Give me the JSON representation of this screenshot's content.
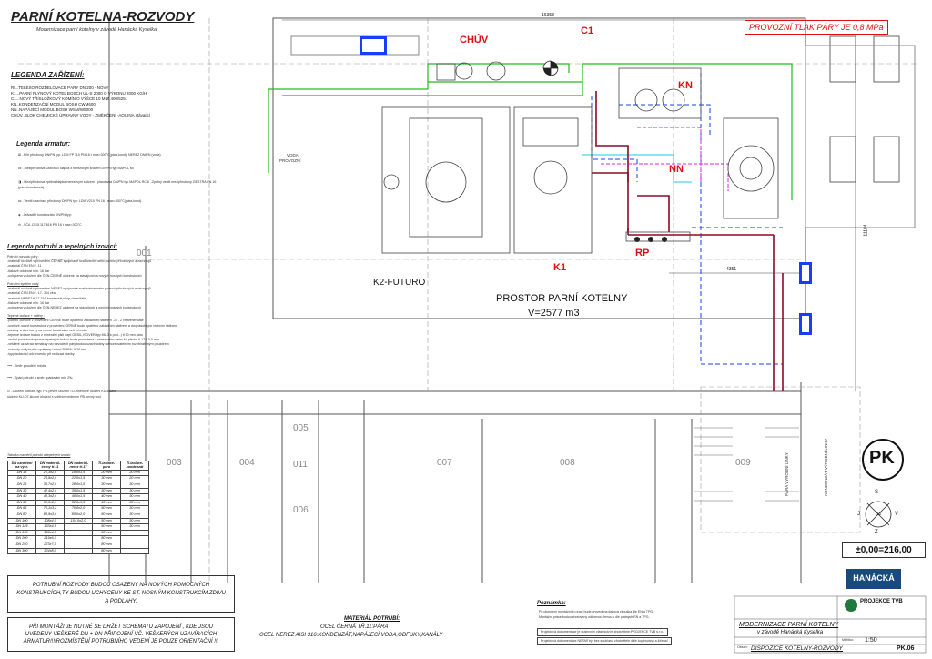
{
  "header": {
    "title": "PARNÍ KOTELNA-ROZVODY",
    "subtitle": "Modernizace parní kotelny v závodě Hanácká Kyselka",
    "pressure_note": "PROVOZNÍ TLAK PÁRY JE 0,8 MPa"
  },
  "dimensions": {
    "width": "16358",
    "height": "11194",
    "pipe_run": "4351"
  },
  "labels": {
    "chuv": "CHÚV",
    "c1": "C1",
    "kn": "KN",
    "nn": "NN",
    "k1": "K1",
    "rp": "RP",
    "k2": "K2-FUTURO",
    "room_line1": "PROSTOR PARNÍ KOTELNY",
    "room_line2": "V=2577 m3",
    "voda": "VODA",
    "provozni": "PROVOZNÍ",
    "para_vyrobni": "PÁRA VÝROBNÍ LINKY",
    "kondenzat_vyrobni": "KONDENZÁT VÝROBNÍ LINKY"
  },
  "rooms": [
    "001",
    "003",
    "004",
    "005",
    "011",
    "006",
    "007",
    "008",
    "009"
  ],
  "legend": {
    "title": "LEGENDA ZAŘÍZENÍ:",
    "items": [
      "RI...TĚLESO ROZDĚLOVAČE PÁRY DN 200 - NOVÝ",
      "K1...PARNÍ PLYNOVÝ KOTEL BOSCH UL-S 2000 O VÝKONU 2000 KG/H",
      "C1...NOVÝ TŘÍSLOŽKOVÝ KOMÍN O VÝŠCE 10 M Ø 400/525.",
      "KN..KONDENZAČNÍ MODUL BOSH CWM600",
      "NN..NAPÁJECÍ MODUL BOSH WSM/W5000",
      "CHÚV..BLOK CHEMICKÉ ÚPRAVNY VODY - ZMĚKČENÍ -AQUINA stávající"
    ]
  },
  "armatury": {
    "title": "Legenda armatur:",
    "items": [
      "..Filtr přírubový DN/PN typ: LDM FP 110 PN 16 t max=300°C(pára,kond). NEREZ DN/PN (voda)",
      "..Mezipřírubová uzavírací klapka z nerezovým srdcem DN/PN typ MAPOL MI",
      "..Mezipřírubová zpětná klapka nerezovým srdcem - plandavka DN/PN typ MAPOL RC 6 ..Zpětný ventil mezipřírubový GESTRA PN 16 (pára+kondenzát)",
      "..Ventil uzavírací přírubový DN/PN typ: LDM V210 PN 16 t max=300°C(pára,kond).",
      "..Odvaděč kondenzátu DN/PN typ:",
      "..ŠČA -D 15 117 616 PN 16 t max=300°C"
    ]
  },
  "potrubi": {
    "title": "Legenda potrubí a tepelných izolací:",
    "lines": [
      "Potrubí rozvodu páry :",
      "-materiál ocelové v provedení ČERNÉ spojované svařováním nebo pomocí přírubových a záv.spojů",
      "-materiál ČSN EN tř. 11",
      "-tlakové odolnost min. 16 bar",
      "-uchycena v uložení dle ČSN-ČERNÉ uložené na stávajících a nových nosných konstrukcích",
      "Potrubní systém vody",
      "-materiál ocelové v provedení NEREZ spojované svařováním nebo pomocí přírubových a záv.spojů",
      "-materiál ČSN EN tř. 17- 304 věa",
      "-materiál NEREZ tř.17-316-kondenzát,sirup,chemikálie",
      "-tlakové odolnost min. 16 bar",
      "-uchycena v uložení dle ČSN-NEREZ uložené na stávajících a nových nosných konstrukcích",
      "Tepelné izolace + nátěry :",
      "-potrubí ocelové v provedení ČERNÉ bude opatřeno základním nátěrem -1x - 2 vrstvenéhoátě",
      "-ocelové nosné konstrukce v provedení ČERNÉ bude opatřeno základním nátěrem a dvojnásobným vrchním nátěrem",
      "-odstiny vrchní barvy na nosné konstrukce určí investor",
      "-tepelné izolace budou z minerální plsti např.ORSIL,ISOVER(typ ML-3 s pod...) tl 50 mm-páru",
      "-vrchní povrchová úprava tepelných izolací bude provedena z nerezového nebo AL plechu tl 17 tl 0,5 mm.",
      "-veškeré uzavírací armatury na rozvodech páry budou uzavíravány odmontovatelným rozebíratelným pouzdrem",
      "-rozvody vody budou opatřeny izolací PURAL tl 20 mm",
      "-typy izolací si určí investor při realizaci stavby"
    ],
    "symbols": [
      "..Směr proudění média",
      "..Spád potrubí a směr spádování min 2‰",
      "..Uložení potrubí -typ: PU-pevné uložení TU-třmenové uložení KU-kluzné uložení KU-OT-kluzné uložení s vnitřním vedením PB-pevný bod"
    ]
  },
  "table": {
    "caption": "Tabulka rozměrů potrubí a tepelných izolací",
    "headers": [
      "DN označení na výkr.",
      "DN materiál- černý tř.11",
      "DN materiál- nerez tř.17",
      "Tl.izolace- pára",
      "Tl.izolace- kondenzát"
    ],
    "rows": [
      [
        "DN 15",
        "21,3x2,6",
        "18,0x1,5",
        "20 mm",
        "20 mm"
      ],
      [
        "DN 20",
        "26,9x2,6",
        "22,0x1,5",
        "30 mm",
        "20 mm"
      ],
      [
        "DN 25",
        "33,7x2,6",
        "28,0x1,5",
        "30 mm",
        "30 mm"
      ],
      [
        "DN 32",
        "42,4x2,6",
        "35,0x1,5",
        "30 mm",
        "30 mm"
      ],
      [
        "DN 40",
        "48,3x2,6",
        "40,0x1,5",
        "40 mm",
        "30 mm"
      ],
      [
        "DN 50",
        "60,3x2,9",
        "52,0x1,5",
        "40 mm",
        "30 mm"
      ],
      [
        "DN 65",
        "76,1x3,2",
        "70,0x2,0",
        "50 mm",
        "30 mm"
      ],
      [
        "DN 80",
        "88,9x3,6",
        "85,0x2,0",
        "50 mm",
        "30 mm"
      ],
      [
        "DN 100",
        "108x4,0",
        "104,0x2,0",
        "50 mm",
        "30 mm"
      ],
      [
        "DN 125",
        "133x4,5",
        "",
        "50 mm",
        "30 mm"
      ],
      [
        "DN 150",
        "159x4,5",
        "",
        "60 mm",
        ""
      ],
      [
        "DN 200",
        "219x6,3",
        "",
        "80 mm",
        ""
      ],
      [
        "DN 250",
        "273x7,0",
        "",
        "80 mm",
        ""
      ],
      [
        "DN 300",
        "324x8,0",
        "",
        "80 mm",
        ""
      ]
    ]
  },
  "notes": {
    "box1": "POTRUBNÍ ROZVODY BUDOU OSAZENY NA NOVÝCH POMOCNÝCH KONSTRUKCÍCH,TY BUDOU UCHYCENY KE ST. NOSNÝM KONSTRUKCÍM,ZDIVU A PODLAHY.",
    "box2": "PŘI MONTÁŽI JE NUTNÉ SE DRŽET SCHÉMATU ZAPOJENÍ , KDE JSOU UVEDENY VEŠKERÉ DN + DN PŘIPOJENÍ VČ. VEŠKERÝCH UZAVÍRACÍCH ARMATUR!!!!ROZMÍSTĚNÍ POTRUBNÍHO VEDENÍ JE POUZE ORIENTAČNÍ !!!",
    "material_title": "MATERIÁL POTRUBÍ:",
    "material_l1": "OCEL ČERNÁ TŘ.11:PÁRA",
    "material_l2": "OCEL NEREZ AISI 316:KONDENZÁT,NAPÁJECÍ  VODA,ODFUKY,KANÁLY",
    "poznamka_title": "Poznámka:",
    "poznamka_l1": "Po ukončení montážních  prací bude provedena tlaková zkouška dle EN a TPG .",
    "poznamka_l2": "Montážní práce budou zhotoveny odbornou firmou s  dle  platných EN a TPG.",
    "poznamka_l3": "Projektová dokumentace je duševním vlastnictvím zhotovitele:PROJEKCE TVB s.r.o.!",
    "poznamka_l4": "Projektová dokumentace NESMÍ být bez souhlasu zhotovitele dále kopírována a šířena!"
  },
  "pk": "PK",
  "elevation": "±0,00=216,00",
  "compass": {
    "s": "S",
    "v": "V",
    "z": "Z",
    "j": "J",
    "deg": "12"
  },
  "logo": "HANÁCKÁ",
  "titleblock": {
    "company": "PROJEKCE TVB",
    "project_l1": "MODERNIZACE PARNÍ KOTELNY",
    "project_l2": "v závodě  Hanácká Kyselka",
    "scale_label": "Měřítko:",
    "scale": "1:50",
    "drawing_label": "Obsah:",
    "drawing": "DISPOZICE KOTELNY-ROZVODY",
    "number": "PK.06"
  }
}
